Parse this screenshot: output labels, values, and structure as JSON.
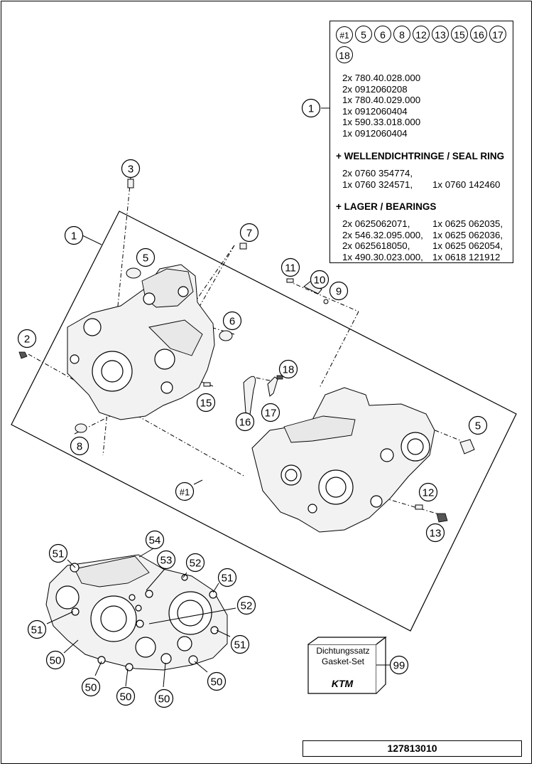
{
  "legend": {
    "chips": [
      "#1",
      "5",
      "6",
      "8",
      "12",
      "13",
      "15",
      "16",
      "17",
      "18"
    ],
    "parts": [
      "2x 780.40.028.000",
      "2x 0912060208",
      "1x 780.40.029.000",
      "1x 0912060404",
      "1x 590.33.018.000",
      "1x 0912060404"
    ],
    "seal_heading": "+ WELLENDICHTRINGE /  SEAL RING",
    "seal_rows": [
      "2x 0760 354774,",
      "1x 0760 324571,"
    ],
    "seal_col2": "1x 0760 142460",
    "bearing_heading": "+ LAGER / BEARINGS",
    "bearing_col1": [
      "2x 0625062071,",
      "2x 546.32.095.000,",
      "2x 0625618050,",
      "1x 490.30.023.000,"
    ],
    "bearing_col2": [
      "1x 0625 062035,",
      "1x 0625 062036,",
      "1x 0625 062054,",
      "1x 0618 121912"
    ]
  },
  "callouts": {
    "c1_legend": "1",
    "c1": "1",
    "c2": "2",
    "c3": "3",
    "c5a": "5",
    "c5b": "5",
    "c6": "6",
    "c7": "7",
    "c8": "8",
    "c9": "9",
    "c10": "10",
    "c11": "11",
    "c12": "12",
    "c13": "13",
    "c15": "15",
    "c16": "16",
    "c17": "17",
    "c18": "18",
    "c1set": "#1",
    "c54": "54",
    "c53": "53",
    "c52a": "52",
    "c52b": "52",
    "c51a": "51",
    "c51b": "51",
    "c51c": "51",
    "c51d": "51",
    "c50a": "50",
    "c50b": "50",
    "c50c": "50",
    "c50d": "50",
    "c50e": "50",
    "c99": "99"
  },
  "kit": {
    "line1": "Dichtungssatz",
    "line2": "Gasket-Set",
    "brand": "KTM"
  },
  "footer": {
    "number": "127813010"
  }
}
